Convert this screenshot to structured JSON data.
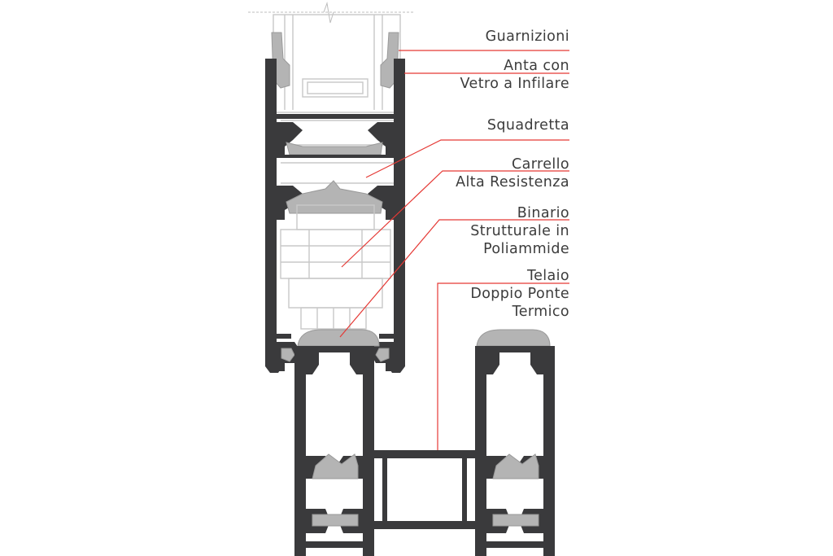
{
  "diagram": {
    "labels": {
      "guarnizioni": [
        "Guarnizioni"
      ],
      "anta": [
        "Anta con",
        "Vetro a Infilare"
      ],
      "squadretta": [
        "Squadretta"
      ],
      "carrello": [
        "Carrello",
        "Alta Resistenza"
      ],
      "binario": [
        "Binario",
        "Strutturale in",
        "Poliammide"
      ],
      "telaio": [
        "Telaio",
        "Doppio Ponte",
        "Termico"
      ]
    },
    "colors": {
      "profile": "#3a3a3c",
      "gasket": "#b4b4b4",
      "leader": "#e53935",
      "text": "#3c3c3c",
      "outline": "#c8c8c8"
    }
  }
}
